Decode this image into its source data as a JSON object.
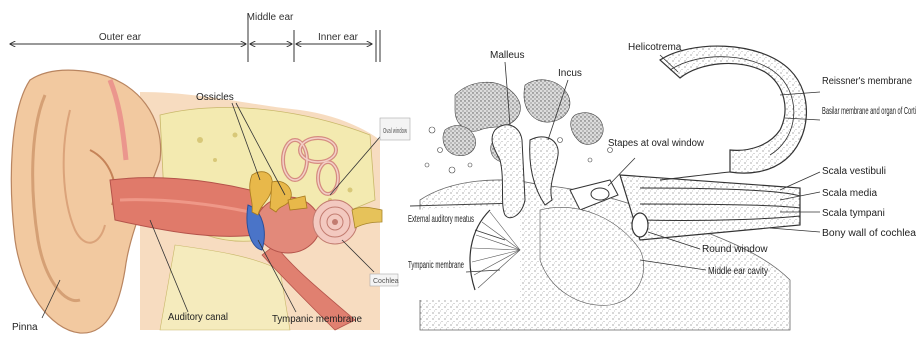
{
  "left_panel": {
    "regions": {
      "outer": "Outer ear",
      "middle": "Middle ear",
      "inner": "Inner ear"
    },
    "labels": {
      "ossicles": "Ossicles",
      "oval_window": "Oval window",
      "cochlea": "Cochlea",
      "pinna": "Pinna",
      "auditory_canal": "Auditory canal",
      "tympanic_membrane": "Tympanic membrane"
    }
  },
  "right_panel": {
    "labels": {
      "malleus": "Malleus",
      "incus": "Incus",
      "helicotrema": "Helicotrema",
      "reissners_membrane": "Reissner's membrane",
      "basilar_membrane": "Basilar membrane and organ of Corti",
      "stapes": "Stapes at oval window",
      "scala_vestibuli": "Scala vestibuli",
      "scala_media": "Scala media",
      "scala_tympani": "Scala tympani",
      "bony_wall": "Bony wall of cochlea",
      "external_meatus": "External auditory meatus",
      "tympanic_membrane": "Tympanic membrane",
      "round_window": "Round window",
      "middle_ear_cavity": "Middle ear cavity"
    }
  },
  "colors": {
    "skin": "#f2c9a0",
    "skin_dark": "#d99a70",
    "bone": "#f3eab0",
    "canal": "#e07a6a",
    "ossicle": "#e8b84a",
    "eardrum": "#4a74c8",
    "cochlea": "#f3c9c0",
    "ink": "#222222"
  }
}
